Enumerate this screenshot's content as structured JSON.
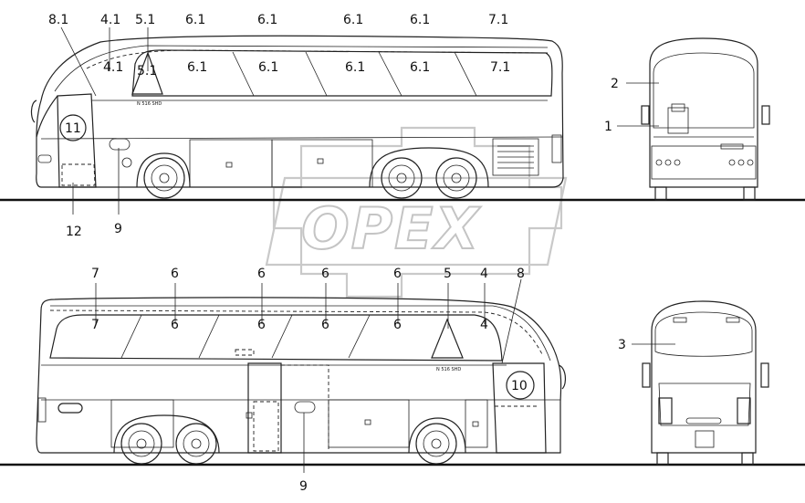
{
  "watermark": {
    "text": "OPEX"
  },
  "model_badge": {
    "text": "N 516 SHD"
  },
  "top_view": {
    "labels": [
      {
        "id": "8-1",
        "text": "8.1"
      },
      {
        "id": "4-1",
        "text": "4.1"
      },
      {
        "id": "5-1",
        "text": "5.1"
      },
      {
        "id": "6-1-a",
        "text": "6.1"
      },
      {
        "id": "6-1-b",
        "text": "6.1"
      },
      {
        "id": "6-1-c",
        "text": "6.1"
      },
      {
        "id": "6-1-d",
        "text": "6.1"
      },
      {
        "id": "7-1",
        "text": "7.1"
      },
      {
        "id": "11",
        "text": "11"
      },
      {
        "id": "12",
        "text": "12"
      },
      {
        "id": "9",
        "text": "9"
      }
    ]
  },
  "front_view": {
    "labels": [
      {
        "id": "2",
        "text": "2"
      },
      {
        "id": "1",
        "text": "1"
      }
    ]
  },
  "bottom_view": {
    "labels": [
      {
        "id": "7",
        "text": "7"
      },
      {
        "id": "6-a",
        "text": "6"
      },
      {
        "id": "6-b",
        "text": "6"
      },
      {
        "id": "6-c",
        "text": "6"
      },
      {
        "id": "6-d",
        "text": "6"
      },
      {
        "id": "5",
        "text": "5"
      },
      {
        "id": "4",
        "text": "4"
      },
      {
        "id": "8",
        "text": "8"
      },
      {
        "id": "10",
        "text": "10"
      },
      {
        "id": "9",
        "text": "9"
      }
    ]
  },
  "rear_view": {
    "labels": [
      {
        "id": "3",
        "text": "3"
      }
    ]
  }
}
